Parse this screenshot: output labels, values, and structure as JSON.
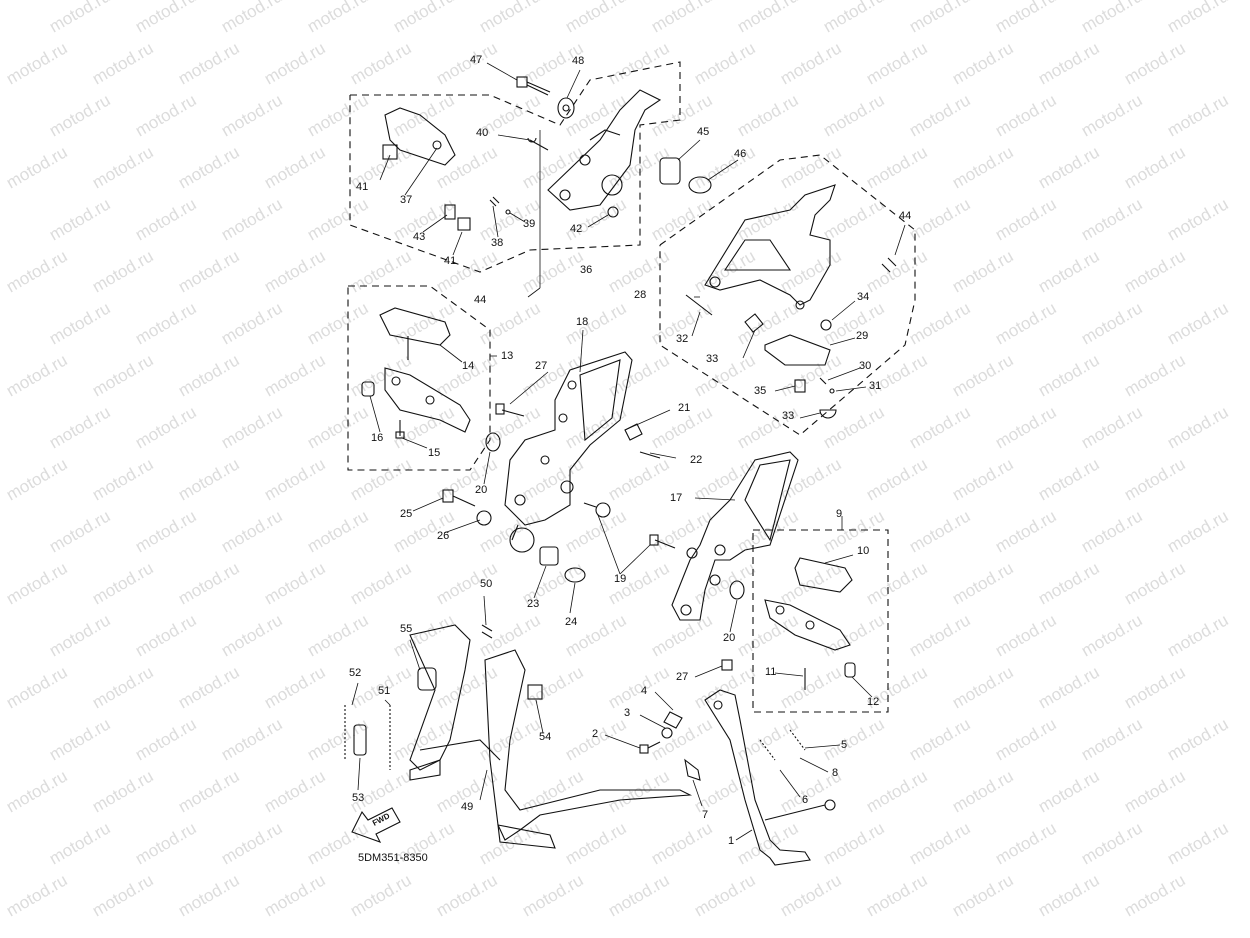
{
  "watermark": "motod.ru",
  "diagram_code": "5DM351-8350",
  "direction_label": "FWD",
  "labels": {
    "n1": "1",
    "n2": "2",
    "n3": "3",
    "n4": "4",
    "n5": "5",
    "n6": "6",
    "n7": "7",
    "n8": "8",
    "n9": "9",
    "n10": "10",
    "n11": "11",
    "n12": "12",
    "n13": "13",
    "n14": "14",
    "n15": "15",
    "n16": "16",
    "n17": "17",
    "n18": "18",
    "n19": "19",
    "n20a": "20",
    "n20b": "20",
    "n21": "21",
    "n22": "22",
    "n23": "23",
    "n24": "24",
    "n25": "25",
    "n26": "26",
    "n27a": "27",
    "n27b": "27",
    "n28": "28",
    "n29": "29",
    "n30": "30",
    "n31": "31",
    "n32": "32",
    "n33a": "33",
    "n33b": "33",
    "n34": "34",
    "n35": "35",
    "n36": "36",
    "n37": "37",
    "n38": "38",
    "n39": "39",
    "n40": "40",
    "n41a": "41",
    "n41b": "41",
    "n42": "42",
    "n43": "43",
    "n44a": "44",
    "n44b": "44",
    "n45": "45",
    "n46": "46",
    "n47": "47",
    "n48": "48",
    "n49": "49",
    "n50": "50",
    "n51": "51",
    "n52": "52",
    "n53": "53",
    "n54": "54",
    "n55": "55"
  }
}
